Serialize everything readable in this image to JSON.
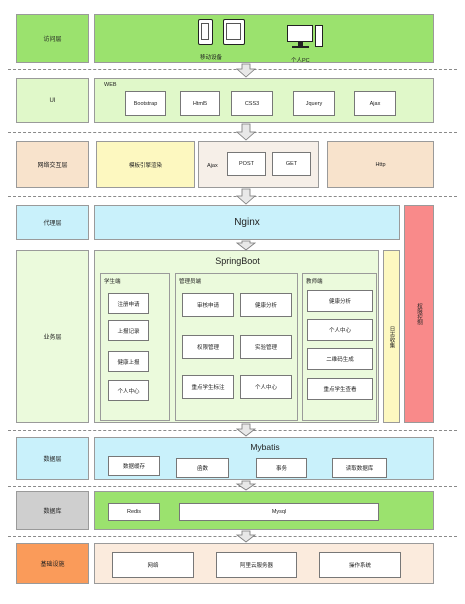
{
  "layers": {
    "access": "访问层",
    "ui": "UI",
    "network": "网络交互层",
    "proxy": "代理层",
    "business": "业务层",
    "data": "数据层",
    "database": "数据库",
    "infra": "基础设施"
  },
  "access": {
    "mobile": "移动设备",
    "pc": "个人PC"
  },
  "ui": {
    "title": "WEB",
    "items": [
      "Bootstrap",
      "Html5",
      "CSS3",
      "Jquery",
      "Ajax"
    ]
  },
  "network": {
    "engine": "模板引擎渲染",
    "ajax": "Ajax",
    "post": "POST",
    "get": "GET",
    "http": "Http"
  },
  "proxy": {
    "nginx": "Nginx"
  },
  "business": {
    "framework": "SpringBoot",
    "student": {
      "title": "学生端",
      "items": [
        "注册申请",
        "上报记录",
        "健康上报",
        "个人中心"
      ]
    },
    "admin": {
      "title": "管理员端",
      "items": [
        "审核申请",
        "健康分析",
        "权限管理",
        "实验管理",
        "重点学生标注",
        "个人中心"
      ]
    },
    "teacher": {
      "title": "教师端",
      "items": [
        "健康分析",
        "个人中心",
        "二维码生成",
        "重点学生查看"
      ]
    },
    "log": "日志收集",
    "auth": "权限控制"
  },
  "data": {
    "framework": "Mybatis",
    "items": [
      "数据缓存",
      "函数",
      "事务",
      "读取数据库"
    ]
  },
  "database": {
    "items": [
      "Redis",
      "Mysql"
    ]
  },
  "infra": {
    "items": [
      "网络",
      "阿里云服务器",
      "操作系统"
    ]
  }
}
